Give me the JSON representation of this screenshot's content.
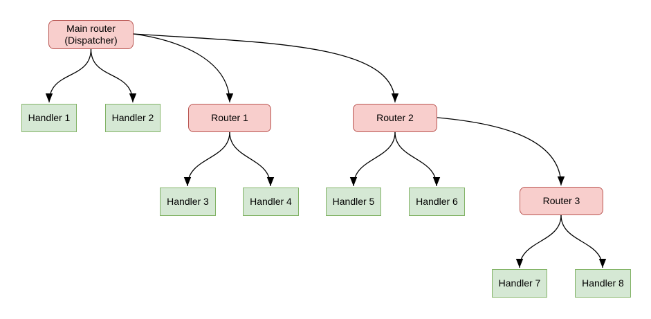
{
  "diagram": {
    "background_color": "#ffffff",
    "edge_color": "#000000",
    "colors": {
      "router_fill": "#f8cecc",
      "router_border": "#b85450",
      "handler_fill": "#d5e8d4",
      "handler_border": "#82b366"
    },
    "nodes": [
      {
        "id": "main-router",
        "type": "router",
        "label": "Main router\n(Dispatcher)"
      },
      {
        "id": "handler-1",
        "type": "handler",
        "label": "Handler 1"
      },
      {
        "id": "handler-2",
        "type": "handler",
        "label": "Handler 2"
      },
      {
        "id": "router-1",
        "type": "router",
        "label": "Router 1"
      },
      {
        "id": "router-2",
        "type": "router",
        "label": "Router 2"
      },
      {
        "id": "handler-3",
        "type": "handler",
        "label": "Handler 3"
      },
      {
        "id": "handler-4",
        "type": "handler",
        "label": "Handler 4"
      },
      {
        "id": "handler-5",
        "type": "handler",
        "label": "Handler 5"
      },
      {
        "id": "handler-6",
        "type": "handler",
        "label": "Handler 6"
      },
      {
        "id": "router-3",
        "type": "router",
        "label": "Router 3"
      },
      {
        "id": "handler-7",
        "type": "handler",
        "label": "Handler 7"
      },
      {
        "id": "handler-8",
        "type": "handler",
        "label": "Handler 8"
      }
    ],
    "edges": [
      {
        "from": "main-router",
        "to": "handler-1"
      },
      {
        "from": "main-router",
        "to": "handler-2"
      },
      {
        "from": "main-router",
        "to": "router-1"
      },
      {
        "from": "main-router",
        "to": "router-2"
      },
      {
        "from": "router-1",
        "to": "handler-3"
      },
      {
        "from": "router-1",
        "to": "handler-4"
      },
      {
        "from": "router-2",
        "to": "handler-5"
      },
      {
        "from": "router-2",
        "to": "handler-6"
      },
      {
        "from": "router-2",
        "to": "router-3"
      },
      {
        "from": "router-3",
        "to": "handler-7"
      },
      {
        "from": "router-3",
        "to": "handler-8"
      }
    ]
  }
}
